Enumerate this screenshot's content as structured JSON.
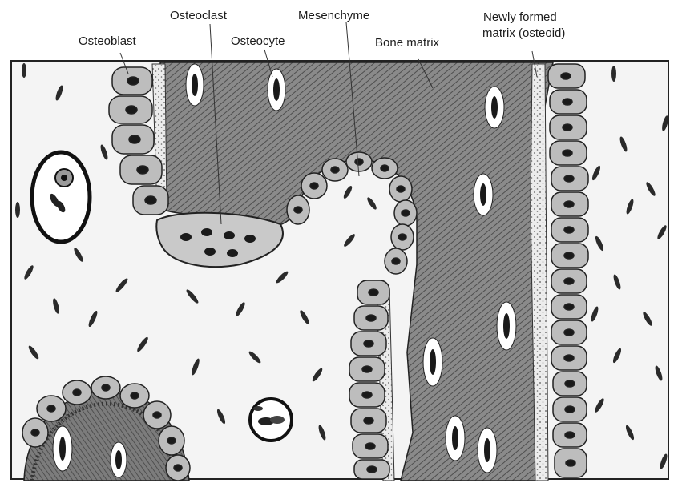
{
  "labels": {
    "osteoclast": "Osteoclast",
    "osteoblast": "Osteoblast",
    "osteocyte": "Osteocyte",
    "mesenchyme": "Mesenchyme",
    "bone_matrix": "Bone matrix",
    "newly_formed_line1": "Newly formed",
    "newly_formed_line2": "matrix (osteoid)"
  },
  "colors": {
    "ink": "#1c1c1c",
    "bone": "#7a7a7a",
    "cell": "#bdbdbd",
    "nucleus": "#1a1a1a",
    "mesenchyme_bg": "#f4f4f4"
  }
}
